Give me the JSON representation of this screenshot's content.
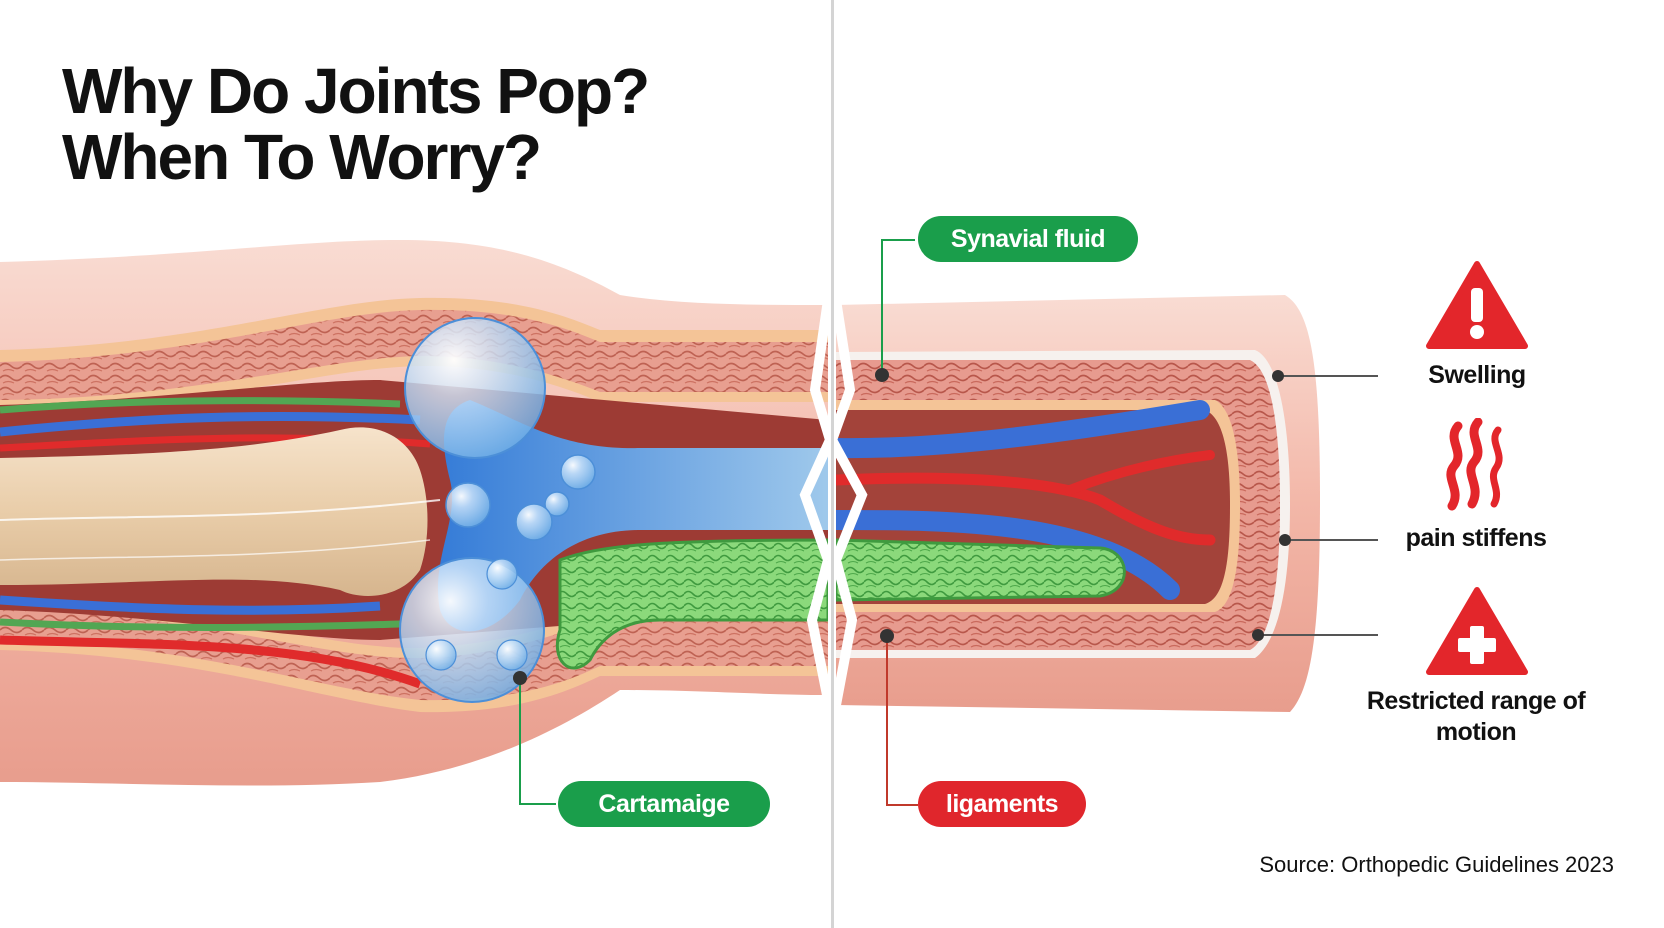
{
  "title": {
    "line1": "Why Do Joints Pop?",
    "line2": "When To Worry?"
  },
  "labels": {
    "synovial_fluid": "Synavial fluid",
    "cartilage": "Cartamaige",
    "ligaments": "ligaments"
  },
  "warnings": [
    {
      "label": "Swelling",
      "icon": "warning-triangle-icon"
    },
    {
      "label": "pain stiffens",
      "icon": "pain-waves-icon"
    },
    {
      "label": "Restricted range of motion",
      "icon": "medical-cross-triangle-icon"
    }
  ],
  "source": "Source: Orthopedic Guidelines 2023",
  "colors": {
    "green_label": "#1a9e4b",
    "red_label": "#e0262c",
    "warning_red": "#e3262b",
    "skin": "#f2b9ab",
    "bone": "#ead2b4",
    "fluid_blue": "#3b8fe0",
    "cartilage_green": "#7ad26a"
  }
}
